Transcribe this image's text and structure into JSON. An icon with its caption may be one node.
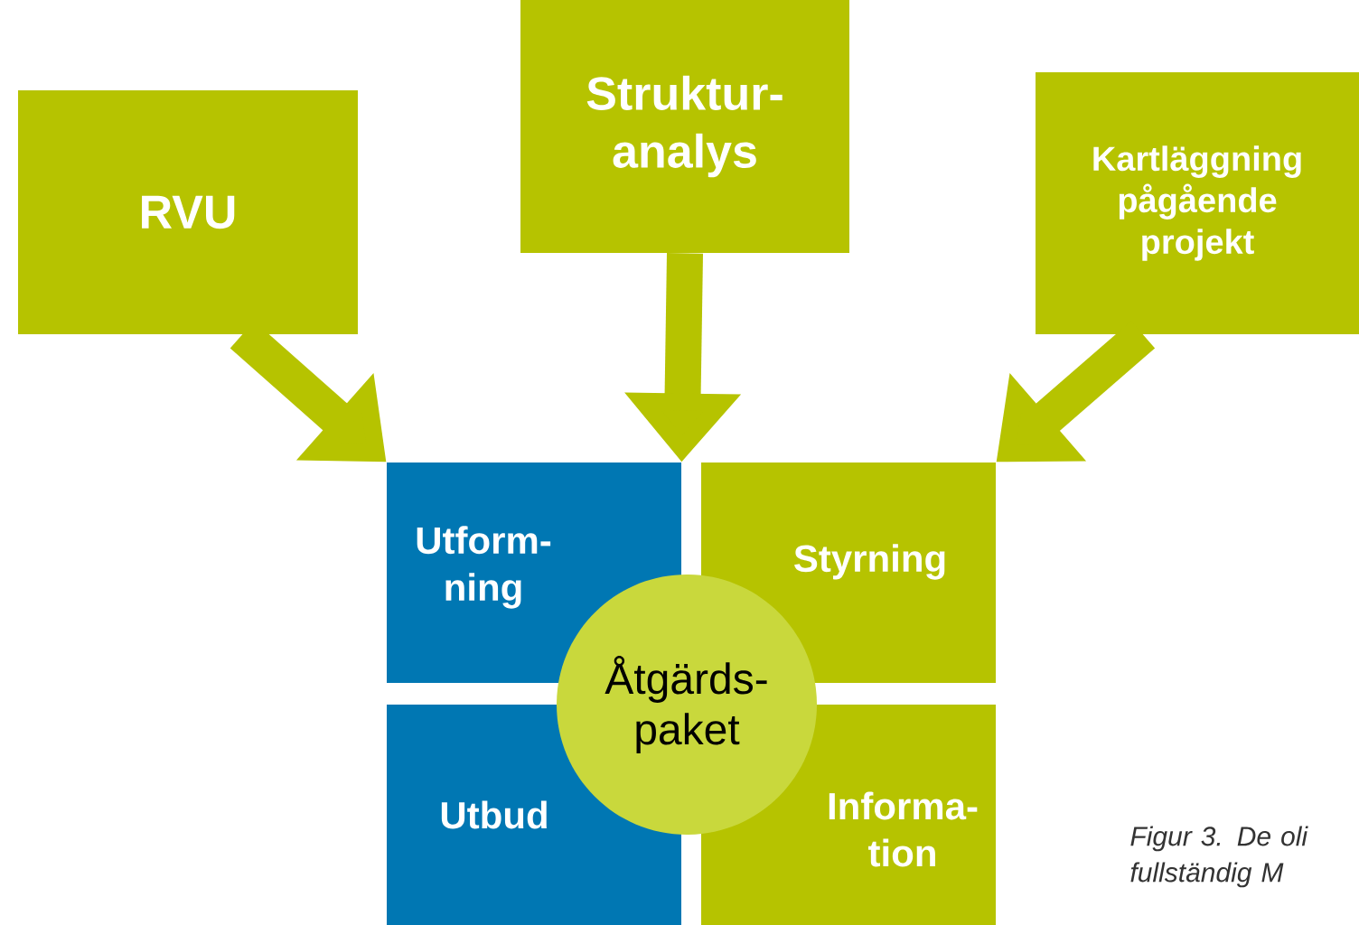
{
  "diagram": {
    "caption": "Figur 3. De oli fullständig M",
    "nodes": [
      {
        "text": [
          "RVU"
        ]
      },
      {
        "text": [
          "Struktur- analys"
        ]
      },
      {
        "text": [
          "Kartläggning pågående projekt"
        ]
      },
      {
        "text": [
          "Utform- ning"
        ]
      },
      {
        "text": [
          "Styrning"
        ]
      },
      {
        "text": [
          "Åtgärds- paket"
        ]
      },
      {
        "text": [
          "Utbud"
        ]
      },
      {
        "text": [
          "Informa- tion"
        ]
      }
    ],
    "edges": [
      {
        "from": 0,
        "to": 3,
        "arrow": "to"
      },
      {
        "from": 1,
        "to": 3,
        "arrow": "to"
      },
      {
        "from": 2,
        "to": 4,
        "arrow": "to"
      }
    ]
  }
}
